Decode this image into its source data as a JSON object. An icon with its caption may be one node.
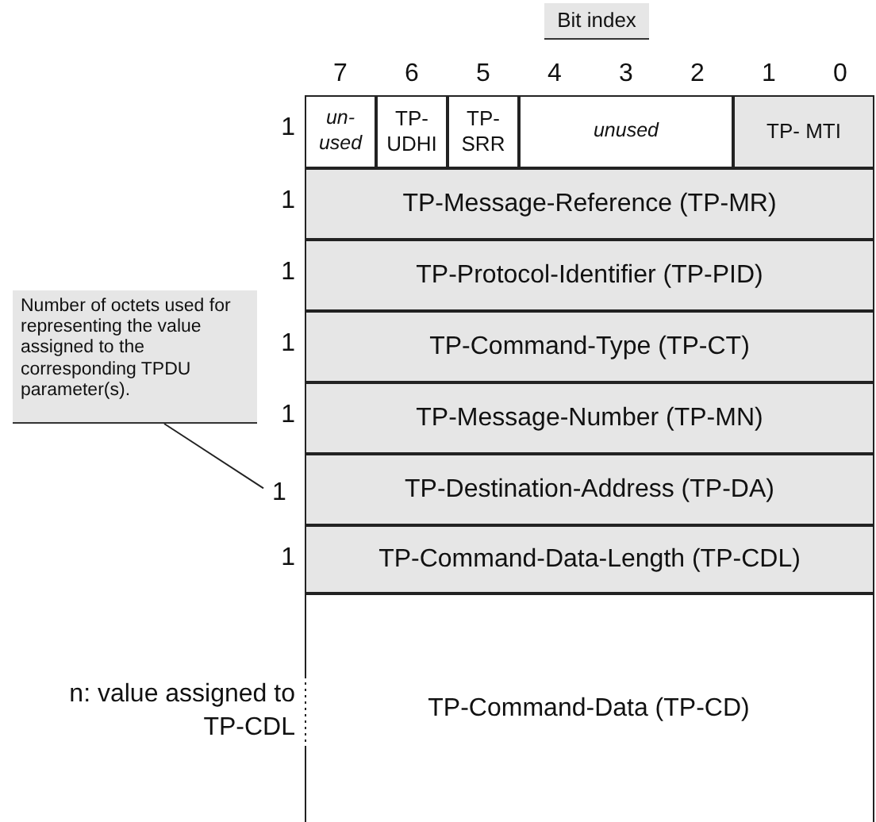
{
  "diagram": {
    "nodes": [
      {
        "text": [
          "Bit index"
        ]
      },
      {
        "text": [
          "un- used"
        ]
      },
      {
        "text": [
          "TP- UDHI"
        ]
      },
      {
        "text": [
          "TP- SRR"
        ]
      },
      {
        "text": [
          "unused"
        ]
      },
      {
        "text": [
          "TP- MTI"
        ]
      },
      {
        "text": [
          "TP-Message-Reference (TP-MR)"
        ]
      },
      {
        "text": [
          "TP-Protocol-Identifier (TP-PID)"
        ]
      },
      {
        "text": [
          "Number of octets used for representing the value assigned to the corresponding TPDU parameter(s)."
        ]
      },
      {
        "text": [
          "TP-Command-Type (TP-CT)"
        ]
      },
      {
        "text": [
          "TP-Message-Number (TP-MN)"
        ]
      },
      {
        "text": [
          "1"
        ]
      },
      {
        "text": [
          "TP-Destination-Address (TP-DA)"
        ]
      },
      {
        "text": [
          "TP-Command-Data-Length (TP-CDL)"
        ]
      },
      {
        "text": [
          "TP-Command-Data (TP-CD)"
        ]
      }
    ],
    "edges": [
      {
        "from": 8,
        "to": 11,
        "arrow": "none"
      }
    ],
    "labels": [
      "7",
      "6",
      "5",
      "4",
      "3",
      "2",
      "1",
      "0",
      "1",
      "1",
      "1",
      "1",
      "1",
      "1",
      "n: value assigned to TP-CDL"
    ]
  }
}
